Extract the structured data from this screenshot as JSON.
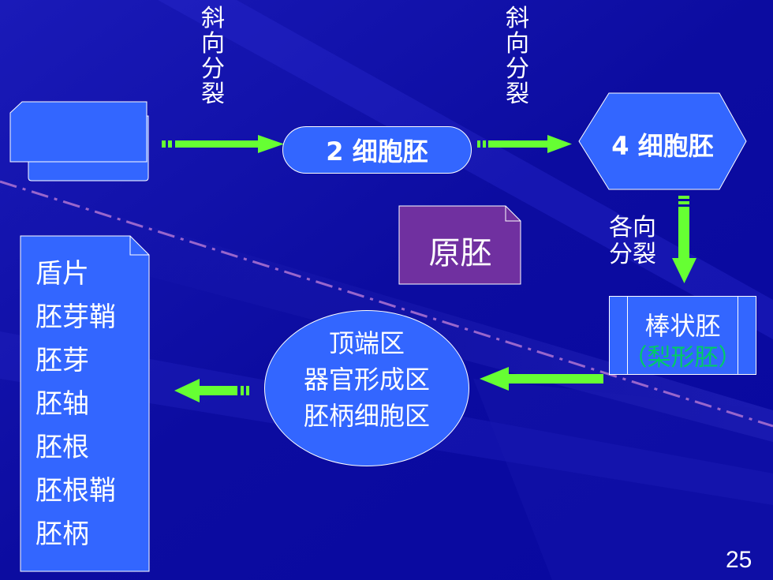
{
  "arrow_labels": {
    "first": "斜\n向\n分\n裂",
    "second": "斜\n向\n分\n裂",
    "third": "各向\n分裂"
  },
  "stages": {
    "two_cell": "2 细胞胚",
    "four_cell": "4 细胞胚",
    "proembryo": "原胚",
    "club": "棒状胚",
    "pear": "（梨形胚）",
    "regions": "顶端区\n器官形成区\n胚柄细胞区"
  },
  "parts": "盾片\n胚芽鞘\n胚芽\n胚轴\n胚根\n胚根鞘\n胚柄",
  "page_number": "25",
  "colors": {
    "background": "#0a0a9a",
    "shape_fill": "#3366ff",
    "arrow_green": "#66ff33",
    "proembryo_fill": "#7030a0",
    "dash_line": "#9966cc",
    "pear_text": "#00cc66"
  }
}
